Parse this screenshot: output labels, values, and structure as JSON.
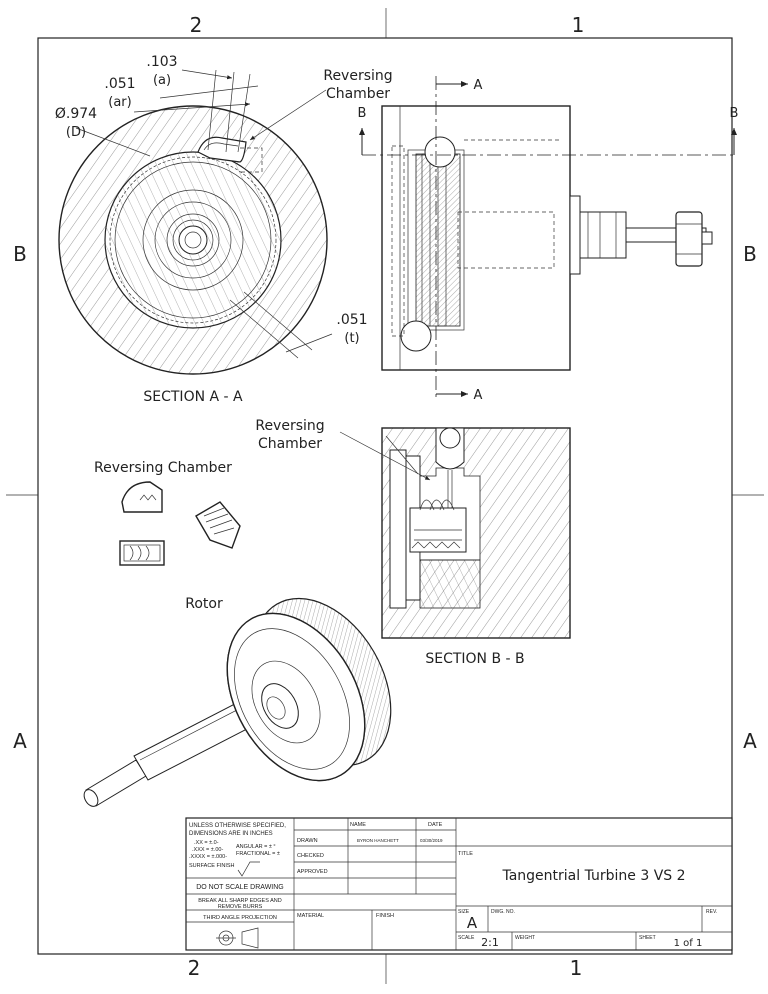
{
  "zones": {
    "col_top_left": "2",
    "col_top_right": "1",
    "col_bottom_left": "2",
    "col_bottom_right": "1",
    "row_upper_left": "B",
    "row_upper_right": "B",
    "row_lower_left": "A",
    "row_lower_right": "A"
  },
  "section_aa": {
    "dim_a_value": ".103",
    "dim_a_label": "(a)",
    "dim_ar_value": ".051",
    "dim_ar_label": "(ar)",
    "dim_d_value": "Ø.974",
    "dim_d_label": "(D)",
    "dim_t_value": ".051",
    "dim_t_label": "(t)",
    "callout_line1": "Reversing",
    "callout_line2": "Chamber",
    "caption": "SECTION A - A"
  },
  "side_view": {
    "cut_a_top": "A",
    "cut_a_bottom": "A",
    "cut_b_left": "B",
    "cut_b_right": "B"
  },
  "section_bb": {
    "callout_line1": "Reversing",
    "callout_line2": "Chamber",
    "caption": "SECTION B - B"
  },
  "iso_labels": {
    "reversing_chamber": "Reversing Chamber",
    "rotor": "Rotor"
  },
  "title_block": {
    "notes_line1": "UNLESS OTHERWISE SPECIFIED,",
    "notes_line2": "DIMENSIONS ARE IN INCHES",
    "tol_xx": ".XX = ±.0-",
    "tol_xxx": ".XXX = ±.00-",
    "tol_xxxx": ".XXXX = ±.000-",
    "tol_angular": "ANGULAR = ± °",
    "tol_fractional": "FRACTIONAL = ±",
    "surface_finish": "SURFACE FINISH",
    "do_not_scale": "DO NOT SCALE DRAWING",
    "break_edges_1": "BREAK ALL SHARP EDGES AND",
    "break_edges_2": "REMOVE BURRS",
    "projection": "THIRD ANGLE PROJECTION",
    "col_name": "NAME",
    "col_date": "DATE",
    "row_drawn": "DRAWN",
    "row_checked": "CHECKED",
    "row_approved": "APPROVED",
    "drawn_name": "BYRON HANCHETT",
    "drawn_date": "03/30/2019",
    "material_label": "MATERIAL",
    "finish_label": "FINISH",
    "title_label": "TITLE",
    "title": "Tangentrial Turbine 3 VS 2",
    "size_label": "SIZE",
    "size": "A",
    "dwg_no_label": "DWG. NO.",
    "rev_label": "REV.",
    "scale_label": "SCALE",
    "scale": "2:1",
    "weight_label": "WEIGHT",
    "sheet_label": "SHEET",
    "sheet": "1 of 1"
  }
}
